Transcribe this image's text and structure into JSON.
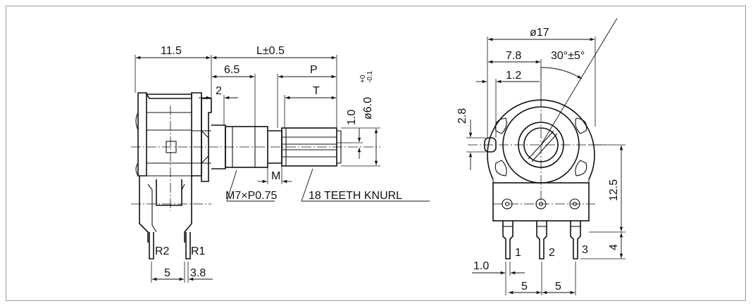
{
  "side_view": {
    "dims": {
      "d_11_5": "11.5",
      "d_L": "L±0.5",
      "d_6_5": "6.5",
      "d_P": "P",
      "d_T": "T",
      "d_2": "2",
      "d_1_0": "1.0",
      "d_phi6": "ø6.0",
      "d_phi6_tol_upper": "+0",
      "d_phi6_tol_lower": "-0.1",
      "d_M": "M"
    },
    "thread_label": "M7×P0.75",
    "knurl_label": "18 TEETH KNURL",
    "pin_labels": [
      "R2",
      "R1"
    ],
    "bottom_dims": [
      "5",
      "3.8"
    ]
  },
  "front_view": {
    "dims": {
      "d_phi17": "ø17",
      "d_7_8": "7.8",
      "d_angle": "30°±5°",
      "d_1_2": "1.2",
      "d_2_8": "2.8",
      "d_12_5": "12.5",
      "d_4": "4",
      "d_1_0": "1.0"
    },
    "pin_numbers": [
      "1",
      "2",
      "3"
    ],
    "pitch_dims": [
      "5",
      "5"
    ]
  }
}
